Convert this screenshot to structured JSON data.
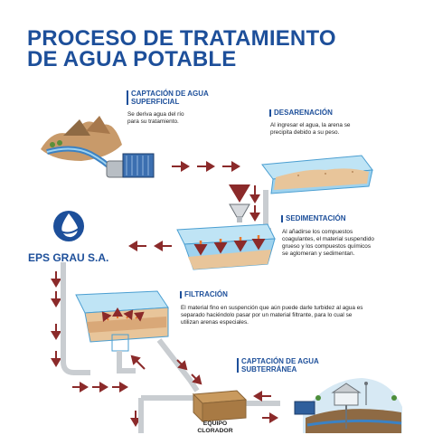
{
  "title": {
    "line1": "PROCESO DE TRATAMIENTO",
    "line2": "DE AGUA POTABLE"
  },
  "steps": {
    "captacion_superficial": {
      "title_line1": "CAPTACIÓN DE AGUA",
      "title_line2": "SUPERFICIAL",
      "desc_line1": "Se deriva agua del río",
      "desc_line2": "para su tratamiento."
    },
    "desarenacion": {
      "title": "DESARENACIÓN",
      "desc_line1": "Al ingresar el agua, la arena se",
      "desc_line2": "precipita debido a su peso."
    },
    "sedimentacion": {
      "title": "SEDIMENTACIÓN",
      "desc_line1": "Al añadirse los compuestos",
      "desc_line2": "coagulantes, el material suspendido",
      "desc_line3": "grueso y los compuestos químicos",
      "desc_line4": "se aglomeran y sedimentan."
    },
    "filtracion": {
      "title": "FILTRACIÓN",
      "desc_line1": "El material fino en suspención que aún puede darle turbidez al agua es",
      "desc_line2": "separado haciéndolo pasar por un material filtrante, para lo cual se",
      "desc_line3": "utilizan arenas especiales."
    },
    "captacion_subterranea": {
      "title_line1": "CAPTACIÓN DE AGUA",
      "title_line2": "SUBTERRÁNEA"
    }
  },
  "logo": {
    "text": "EPS GRAU S.A."
  },
  "equipment": {
    "label_line1": "EQUIPO",
    "label_line2": "CLORADOR"
  },
  "colors": {
    "title_blue": "#1d4f9a",
    "arrow_red": "#8b2a2a",
    "water": "#bfe4f5",
    "sand": "#e8c59a",
    "pipe": "#c9cdd1",
    "sediment_orange": "#e9792d"
  }
}
